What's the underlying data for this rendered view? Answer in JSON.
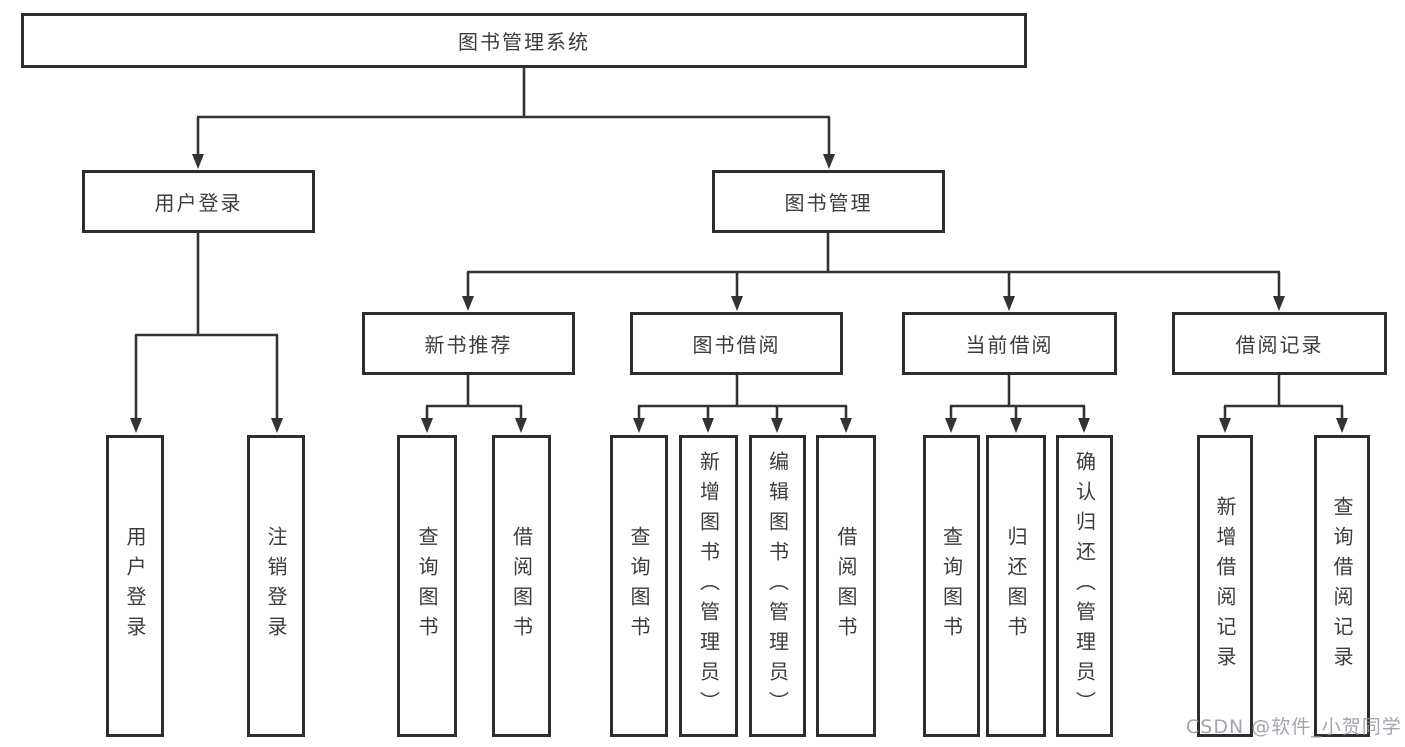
{
  "colors": {
    "background": "#ffffff",
    "box_border": "#2d2d2d",
    "box_fill": "#ffffff",
    "connector_line": "#333333",
    "text": "#3c3c3c",
    "watermark_text_color": "#9aa0a6"
  },
  "nodes": {
    "root": {
      "label": "图书管理系统"
    },
    "level2": [
      {
        "label": "用户登录"
      },
      {
        "label": "图书管理"
      }
    ],
    "level3": [
      {
        "label": "新书推荐"
      },
      {
        "label": "图书借阅"
      },
      {
        "label": "当前借阅"
      },
      {
        "label": "借阅记录"
      }
    ]
  },
  "leaves": [
    {
      "label": "用户登录",
      "parent": "用户登录"
    },
    {
      "label": "注销登录",
      "parent": "用户登录"
    },
    {
      "label": "查询图书",
      "parent": "新书推荐"
    },
    {
      "label": "借阅图书",
      "parent": "新书推荐"
    },
    {
      "label": "查询图书",
      "parent": "图书借阅"
    },
    {
      "label": "新增图书（管理员）",
      "parent": "图书借阅"
    },
    {
      "label": "编辑图书（管理员）",
      "parent": "图书借阅"
    },
    {
      "label": "借阅图书",
      "parent": "图书借阅"
    },
    {
      "label": "查询图书",
      "parent": "当前借阅"
    },
    {
      "label": "归还图书",
      "parent": "当前借阅"
    },
    {
      "label": "确认归还（管理员）",
      "parent": "当前借阅"
    },
    {
      "label": "新增借阅记录",
      "parent": "借阅记录"
    },
    {
      "label": "查询借阅记录",
      "parent": "借阅记录"
    }
  ],
  "watermark": {
    "text": "CSDN @软件_小贺同学"
  }
}
